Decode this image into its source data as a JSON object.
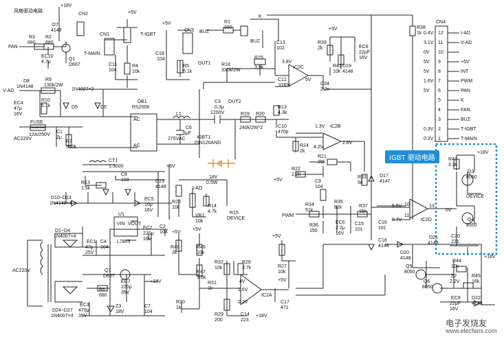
{
  "callout": "IGBT 驱动电路",
  "watermark": {
    "name": "电子发烧友",
    "url": "www.elecfans.com"
  },
  "labels": {
    "fan_circuit": "风扇驱动电路",
    "plus18v": "+18V",
    "plus5v": "+5V",
    "fan": "FAN",
    "r3": "R3",
    "r3v": "680",
    "r2": "R2",
    "r2v": "680",
    "d7": "D7",
    "d7v": "4148",
    "cn2": "CN2",
    "ec10": "EC10",
    "ec10v": "4.7μ",
    "q1": "Q1",
    "q1v": "D667",
    "cn1": "CN1",
    "tmain": "T-MAIN",
    "tigbt": "T-IGBT",
    "c11": "C11",
    "c11v": "104",
    "r4": "R4",
    "r4v": "10k",
    "c18": "C18",
    "c18v": "104",
    "cn3": "CN3",
    "r5": "R5",
    "r5v": "5.1k",
    "d8": "D8",
    "d8v": "1N4148",
    "r9": "R9",
    "r9v": "130k/2W",
    "vad": "V-AD",
    "d5d6": "1N4007×2",
    "d5": "D5",
    "d6": "D6",
    "r10": "R10",
    "r10v": "5.1k",
    "ec4": "EC4",
    "ec4v": "47μ",
    "ec4v2": "16V",
    "fuse": "FUSE",
    "fusev": "12A/250V",
    "c1": "C1",
    "c1v": "2μ",
    "r7": "R7",
    "r7v": "330k",
    "ac220": "AC220V",
    "db1": "DB1",
    "db1v": "RS2006",
    "ac": "AC",
    "l1": "L1",
    "c6": "C6",
    "c6v": "5μF",
    "c6v2": "275VAC",
    "buz": "BUZ",
    "r1": "R1",
    "r1v": "330",
    "c13": "C13",
    "c13v": "102",
    "k": "K",
    "out1": "OUT1",
    "r18": "R18",
    "r18v": "330k/2W",
    "r25": "R25",
    "r25v": "3.9k",
    "c12": "C12",
    "c12v": "101",
    "v38": "3.8V",
    "v0": "0V",
    "v5": "5V",
    "ic2c": "IC2C",
    "r39": "R39",
    "r39v": "2k",
    "r41": "R41",
    "r41v": "10k",
    "d19": "D19",
    "d19v": "4148",
    "ec8": "EC8",
    "ec8v": "22μF",
    "ec8v2": "16V",
    "c34": "C34",
    "c34v": "2.2n",
    "r38": "R38",
    "r38v": "1k",
    "c3": "C3",
    "c3v": "0.3μ",
    "c3v2": "1200V",
    "out2": "OUT2",
    "r19": "R19",
    "r20": "R20",
    "r1920v": "240k/2W*2",
    "r13": "R13",
    "r13v": "4.3k",
    "c10": "C10",
    "c10v": "470p",
    "igbt1": "IGBT1",
    "igbt1v": "25N120AND",
    "v13": "1.3V",
    "v42": "4.2V",
    "v28": "2.8V",
    "ic2b": "IC2B",
    "r24": "R24",
    "r24v": "2k",
    "r21": "R21",
    "r21v": "20k",
    "r22": "R22",
    "r22v": "2.2k",
    "c9": "C9",
    "c9v": "104",
    "r33": "R33",
    "r33v": "56",
    "d17": "D17",
    "d17v": "4147",
    "ct1": "CT1",
    "ct1v": "1:3000",
    "r13b": "R13",
    "r13bv": "1.5k",
    "c8": "C8",
    "c8v": "103",
    "d23": "D23",
    "d23v": "4148",
    "iad": "I-AD",
    "v18": "18V",
    "v05w": "0.5W",
    "d10d13": "D10~D13",
    "d10d13v": "1N4148×4",
    "ec5": "EC5",
    "ec5v": "10μ",
    "ec5v2": "16V",
    "r26": "R26",
    "r26v": "10k",
    "vr1": "VR1",
    "vr1v": "10k",
    "r14": "R14",
    "r14v": "4.7k",
    "r15": "R15",
    "device": "DEVICE",
    "pwm": "PWM",
    "r34": "R34",
    "r34v": "51k",
    "r35": "R35",
    "r35v": "82k",
    "r36": "R36",
    "r36v": "150",
    "ec6": "EC6",
    "ec6v": "2.2μ",
    "ec6v2": "16V",
    "c15": "C15",
    "c15v": "101",
    "r37": "R37",
    "r37v": "15k",
    "c16": "C16",
    "c16v": "101",
    "v55": "5.5V",
    "v07": "0.7V",
    "ic2d": "IC2D",
    "n10": "10",
    "n11": "11",
    "n13": "13",
    "r42": "R42",
    "r42v": "3.3k",
    "q3": "Q3",
    "q3v": "8050",
    "q4": "Q4",
    "q4v": "8550",
    "c20": "C20",
    "c20v": "221",
    "d21": "D21",
    "d21v": "4148",
    "u1": "U1",
    "vin": "VIN",
    "vout": "VOUT",
    "l7805": "L7805",
    "d1d4": "D1~D4",
    "d1d4v": "1N4007×4",
    "ec1": "EC1",
    "ec1v": "47μ",
    "ec1v2": "25V",
    "c4": "C4",
    "c4v": "104",
    "ec2": "EC2",
    "ec2v": "220μ",
    "ec2v2": "16V",
    "c2": "C2",
    "c2v": "104",
    "r48": "R48",
    "r48v": "2k",
    "r46": "R46",
    "r46v": "10k",
    "r47": "R47",
    "r47v": "3.6k",
    "q7": "Q7",
    "q7v": "D667",
    "r6": "R6",
    "r6v": "680",
    "ec7": "EC7",
    "ec7v": "220μ",
    "ec7v2": "35V",
    "z3": "Z3",
    "z3v": "18V",
    "c7": "C7",
    "c7v": "104",
    "ec3": "EC3",
    "ec3v": "470μ",
    "ec3v2": "35V",
    "d24d27": "D24~D27",
    "d24d27v": "1N4007×4",
    "r32": "R32",
    "r32v": "10k",
    "r28": "R28",
    "r28v": "2.7k",
    "v4": "4V",
    "v16": "1.6V",
    "r29": "R29",
    "r29v": "200",
    "c14": "C14",
    "c14v": "223",
    "v22": "2.2V",
    "ic2a": "IC2A",
    "r27": "R27",
    "r27v": "10k",
    "c17": "C17",
    "c17v": "471",
    "r31": "R31",
    "r31v": "1k",
    "r30": "R30",
    "r30v": "1k",
    "d20": "D20",
    "d20v": "4148",
    "q5": "Q5",
    "q5v": "8050",
    "q6": "Q6",
    "q6v": "8050",
    "r44": "R44",
    "r44v": "10k",
    "z2": "Z2",
    "z2v": "2.2V",
    "r45": "R45",
    "r45v": "16k",
    "ec9": "EC9",
    "ec9v": "22μF",
    "ec9v2": "16V",
    "d22": "D22",
    "d22v": "4148",
    "c16b": "C16",
    "c16bv": "4148",
    "cn4": "CN4"
  },
  "cn4": [
    {
      "v": "0.4V",
      "pin": "12",
      "name": "I-AD"
    },
    {
      "v": "3.1V",
      "pin": "11",
      "name": "V-AD"
    },
    {
      "v": "0V",
      "pin": "10",
      "name": ""
    },
    {
      "v": "5V",
      "pin": "9",
      "name": "+5V"
    },
    {
      "v": "5V",
      "pin": "8",
      "name": "INT"
    },
    {
      "v": "1.6V",
      "pin": "7",
      "name": "PWM"
    },
    {
      "v": "5V",
      "pin": "6",
      "name": "PAN"
    },
    {
      "v": "",
      "pin": "5",
      "name": "K"
    },
    {
      "v": "",
      "pin": "4",
      "name": "FAN"
    },
    {
      "v": "",
      "pin": "3",
      "name": "BUZ"
    },
    {
      "v": "0.3V",
      "pin": "2",
      "name": "T-IGBT"
    },
    {
      "v": "0.3V",
      "pin": "1",
      "name": "T-MAIN"
    }
  ]
}
